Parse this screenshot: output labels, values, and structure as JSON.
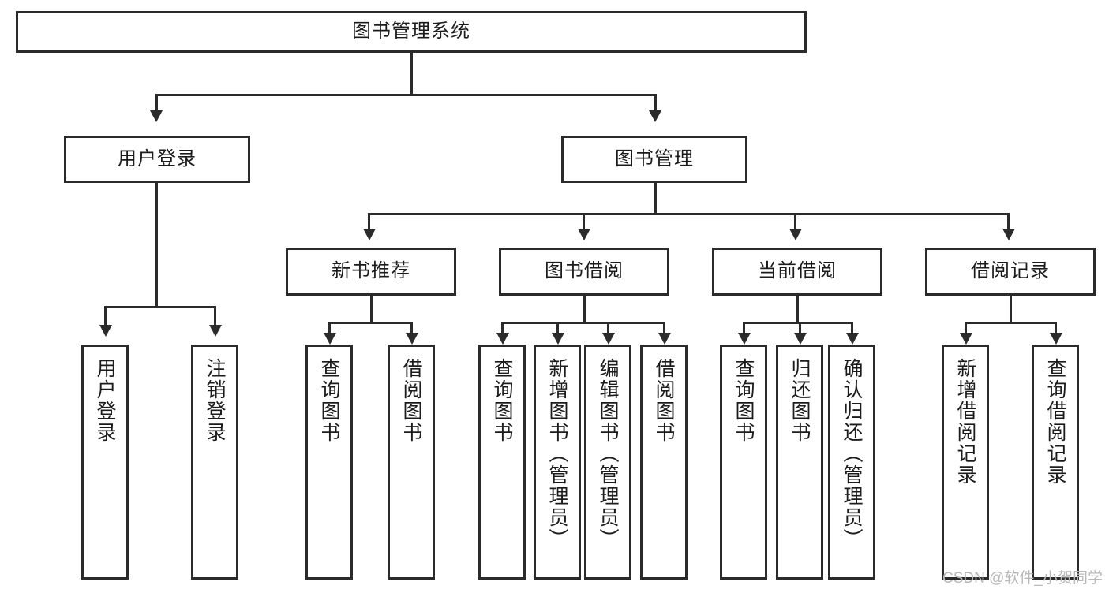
{
  "diagram": {
    "title": "图书管理系统",
    "root": {
      "label": "图书管理系统"
    },
    "level2": [
      {
        "label": "用户登录"
      },
      {
        "label": "图书管理"
      }
    ],
    "level3": [
      {
        "label": "新书推荐"
      },
      {
        "label": "图书借阅"
      },
      {
        "label": "当前借阅"
      },
      {
        "label": "借阅记录"
      }
    ],
    "leaves": {
      "user_login": [
        {
          "label": "用户登录"
        },
        {
          "label": "注销登录"
        }
      ],
      "new_book_recommend": [
        {
          "label": "查询图书"
        },
        {
          "label": "借阅图书"
        }
      ],
      "book_borrow": [
        {
          "label": "查询图书"
        },
        {
          "label": "新增图书（管理员）"
        },
        {
          "label": "编辑图书（管理员）"
        },
        {
          "label": "借阅图书"
        }
      ],
      "current_borrow": [
        {
          "label": "查询图书"
        },
        {
          "label": "归还图书"
        },
        {
          "label": "确认归还（管理员）"
        }
      ],
      "borrow_record": [
        {
          "label": "新增借阅记录"
        },
        {
          "label": "查询借阅记录"
        }
      ]
    }
  },
  "watermark": {
    "text": "CSDN @软件_小贺同学"
  },
  "colors": {
    "stroke": "#2b2b2b",
    "background": "#ffffff",
    "text": "#1b1b1b",
    "watermark": "#b8b8b8"
  }
}
